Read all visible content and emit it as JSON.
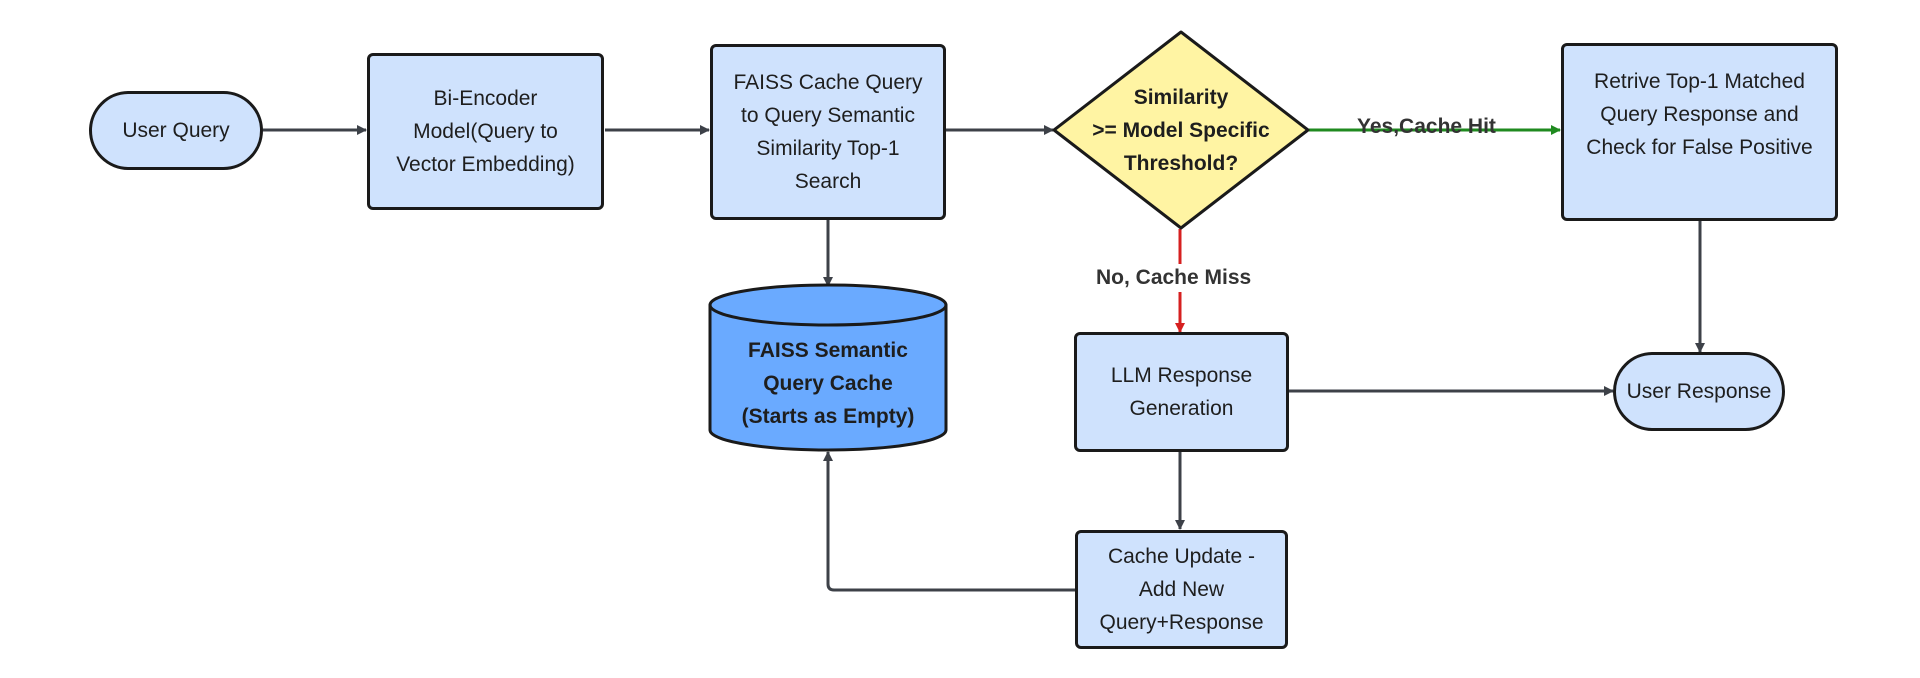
{
  "diagram": {
    "nodes": {
      "user_query": "User Query",
      "bi_encoder": "Bi-Encoder\nModel(Query to\nVector Embedding)",
      "faiss_search": "FAISS Cache Query\nto Query Semantic\nSimilarity Top-1\nSearch",
      "decision": "Similarity\n>= Model Specific\nThreshold?",
      "retrieve": "Retrive Top-1 Matched\nQuery Response and\nCheck for False Positive",
      "cache_db": "FAISS Semantic\nQuery Cache\n(Starts as Empty)",
      "llm": "LLM Response\nGeneration",
      "user_response": "User Response",
      "cache_update": "Cache Update -\nAdd New\nQuery+Response"
    },
    "edge_labels": {
      "yes": "Yes,Cache Hit",
      "no": "No, Cache Miss"
    },
    "colors": {
      "node_fill": "#cfe2fd",
      "decision_fill": "#fff4a3",
      "database_fill": "#6aaaff",
      "stroke": "#1a1a1a",
      "edge": "#3d4148",
      "yes_edge": "#1f8a1f",
      "no_edge": "#d62020"
    }
  }
}
